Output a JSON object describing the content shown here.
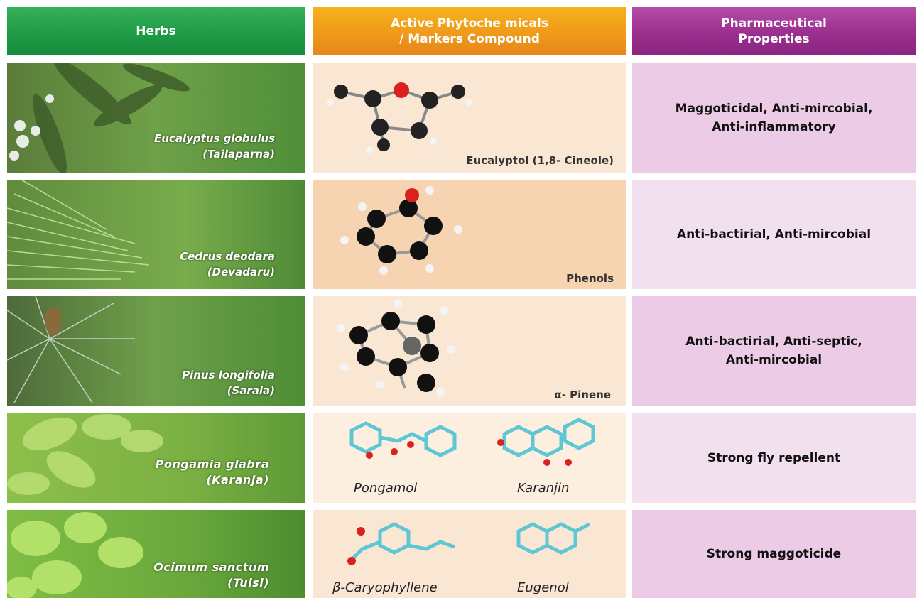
{
  "headers": {
    "herbs": "Herbs",
    "compounds_line1": "Active Phytoche micals",
    "compounds_line2": "/ Markers Compound",
    "properties_line1": "Pharmaceutical",
    "properties_line2": "Properties"
  },
  "rows": [
    {
      "herb_latin": "Eucalyptus globulus",
      "herb_local": "(Tailaparna)",
      "compounds": [
        "Eucalyptol (1,8- Cineole)"
      ],
      "properties_line1": "Maggoticidal, Anti-mircobial,",
      "properties_line2": "Anti-inflammatory"
    },
    {
      "herb_latin": "Cedrus deodara",
      "herb_local": "(Devadaru)",
      "compounds": [
        "Phenols"
      ],
      "properties_line1": "Anti-bactirial, Anti-mircobial",
      "properties_line2": ""
    },
    {
      "herb_latin": "Pinus longifolia",
      "herb_local": "(Sarala)",
      "compounds": [
        "α- Pinene"
      ],
      "properties_line1": "Anti-bactirial, Anti-septic,",
      "properties_line2": "Anti-mircobial"
    },
    {
      "herb_latin": "Pongamia glabra",
      "herb_local": "(Karanja)",
      "compounds": [
        "Pongamol",
        "Karanjin"
      ],
      "properties_line1": "Strong fly repellent",
      "properties_line2": ""
    },
    {
      "herb_latin": "Ocimum sanctum",
      "herb_local": "(Tulsi)",
      "compounds": [
        "β-Caryophyllene",
        "Eugenol"
      ],
      "properties_line1": "Strong maggoticide",
      "properties_line2": ""
    }
  ],
  "colors": {
    "herbs_header": "#1f9b46",
    "compounds_header": "#f09a1a",
    "properties_header": "#9b2f8e",
    "properties_cell_dark": "#eccbe6",
    "properties_cell_light": "#f3e0ef"
  }
}
